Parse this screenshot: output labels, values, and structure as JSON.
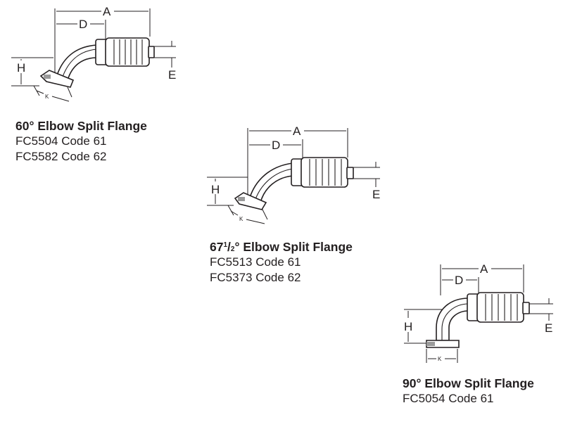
{
  "labels": {
    "a": "A",
    "d": "D",
    "h": "H",
    "e": "E",
    "k": "K"
  },
  "items": [
    {
      "title_prefix": "60° Elbow Split Flange",
      "codes": [
        "FC5504 Code 61",
        "FC5582 Code 62"
      ]
    },
    {
      "title_whole": "67",
      "title_num": "1",
      "title_den": "2",
      "title_rest": "° Elbow Split Flange",
      "codes": [
        "FC5513 Code 61",
        "FC5373 Code 62"
      ]
    },
    {
      "title_prefix": "90° Elbow Split Flange",
      "codes": [
        "FC5054 Code 61"
      ]
    }
  ],
  "colors": {
    "ink": "#231f20",
    "shade": "#9a9a9a"
  }
}
